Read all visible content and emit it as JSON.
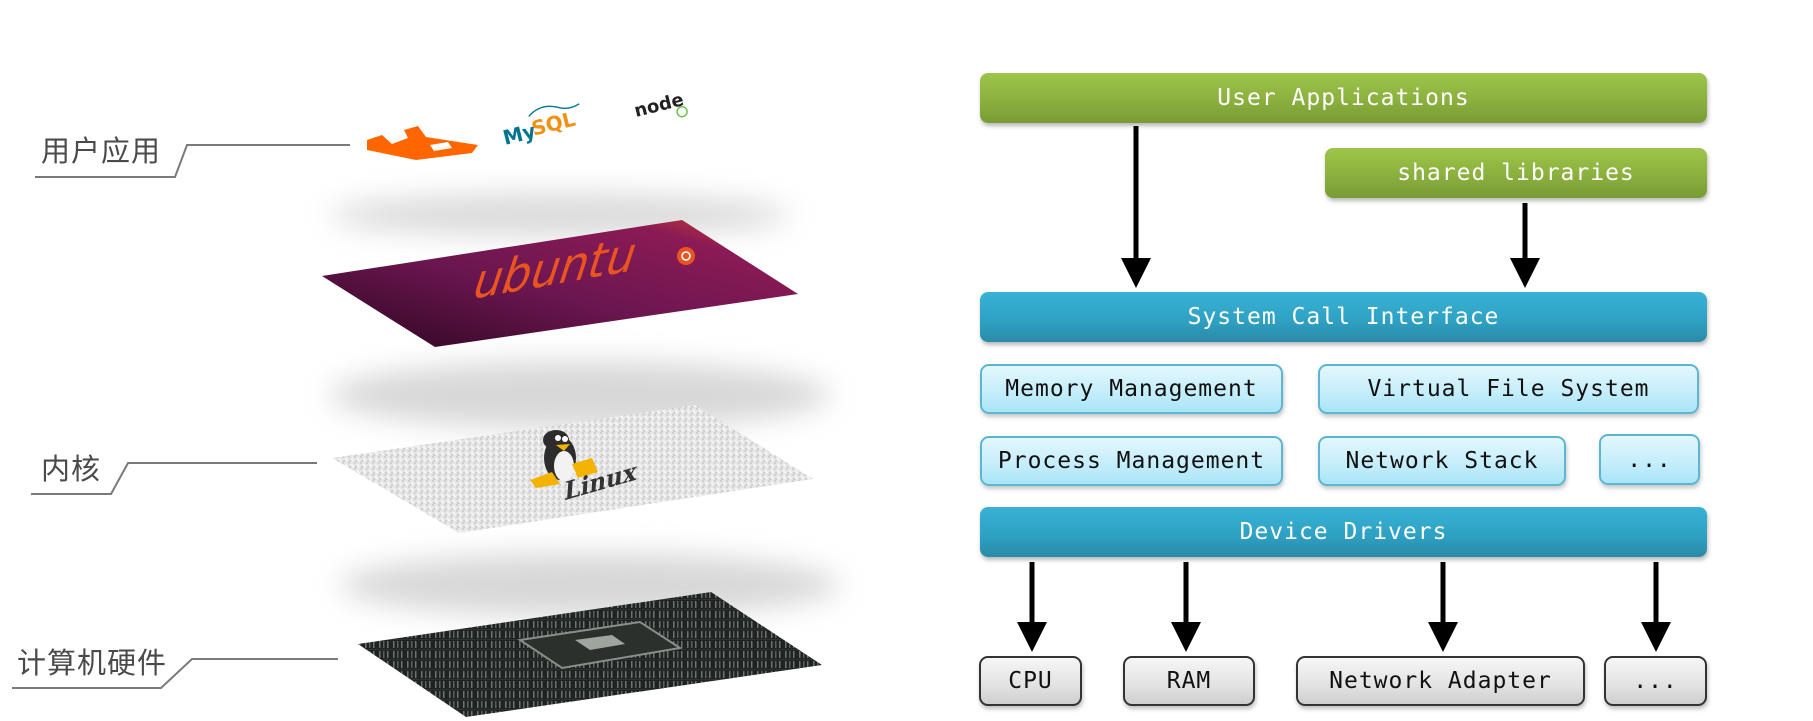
{
  "left_panel": {
    "layers": [
      {
        "label": "用户应用",
        "content": "application logos",
        "logos": [
          "RabbitMQ",
          "MySQL",
          "node"
        ]
      },
      {
        "label": "",
        "content": "ubuntu"
      },
      {
        "label": "内核",
        "content": "Linux"
      },
      {
        "label": "计算机硬件",
        "content": "circuit board"
      }
    ],
    "ubuntu_text": "ubuntu",
    "linux_text": "Linux",
    "mysql_text_my": "My",
    "mysql_text_sql": "SQL",
    "node_text": "node",
    "colors": {
      "ubuntu_purple": "#5e1a4a",
      "ubuntu_orange": "#e95420",
      "rabbitmq_orange": "#ff6600",
      "mysql_blue": "#00758f",
      "mysql_orange": "#f29111",
      "label_gray": "#4a4a4a"
    }
  },
  "diagram": {
    "user_applications": "User Applications",
    "shared_libraries": "shared libraries",
    "system_call_interface": "System Call Interface",
    "kernel_modules": [
      {
        "label": "Memory Management"
      },
      {
        "label": "Virtual File System"
      },
      {
        "label": "Process Management"
      },
      {
        "label": "Network Stack"
      },
      {
        "label": "..."
      }
    ],
    "device_drivers": "Device Drivers",
    "hardware": [
      {
        "label": "CPU"
      },
      {
        "label": "RAM"
      },
      {
        "label": "Network Adapter"
      },
      {
        "label": "..."
      }
    ],
    "colors": {
      "user_layer_green": "#8bb03e",
      "kernel_blue": "#2fa2c4",
      "module_light_blue": "#c6eefb",
      "hardware_gray": "#e4e4e4",
      "arrow": "#000000"
    }
  }
}
